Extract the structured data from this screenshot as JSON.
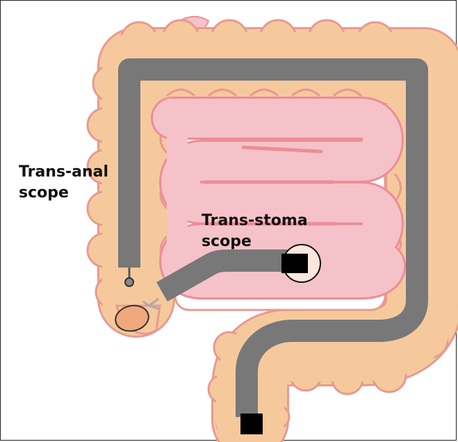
{
  "labels": {
    "trans_anal": "Trans-anal\nscope",
    "trans_stoma": "Trans-stoma\nscope"
  },
  "colors": {
    "colon_fill": "#f6c99d",
    "colon_outline": "#e79a90",
    "small_intestine_fill": "#f5c2c9",
    "small_intestine_outline": "#ec8d98",
    "scope": "#787878",
    "scope_tip": "#000000",
    "stoma_fill": "#fde6dc",
    "anus_fill": "#f0a87c"
  },
  "icons": [
    "colon-illustration",
    "small-intestine-illustration",
    "trans-anal-scope-tube",
    "trans-stoma-scope-tube",
    "stoma-circle",
    "anus-oval"
  ]
}
